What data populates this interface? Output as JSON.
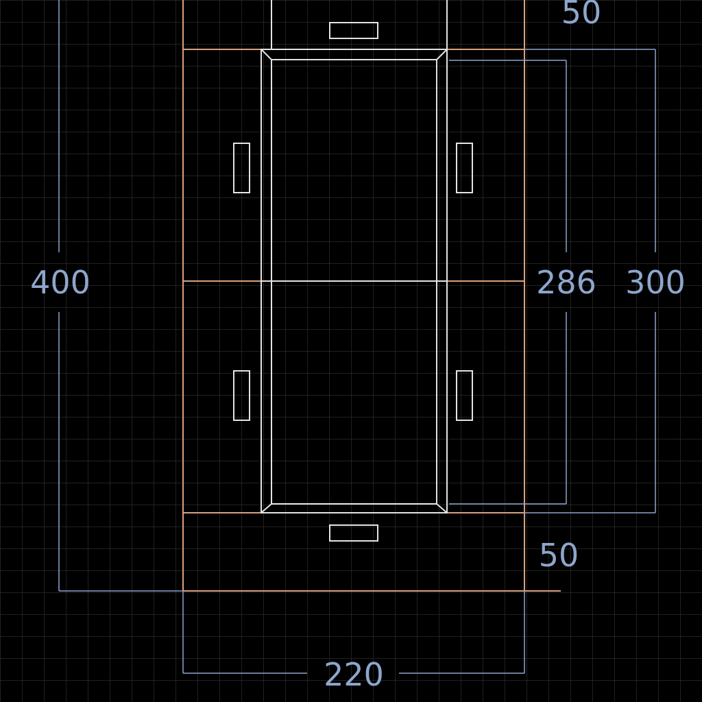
{
  "colors": {
    "background": "#000000",
    "grid": "#2c2c2c",
    "outline": "#d9a27e",
    "inner": "#e4e4e4",
    "dimension": "#8ea6cc"
  },
  "dimensions": {
    "total_height": "400",
    "inner_height": "286",
    "middle_height": "300",
    "top_flap": "50",
    "bottom_flap": "50",
    "width": "220"
  }
}
